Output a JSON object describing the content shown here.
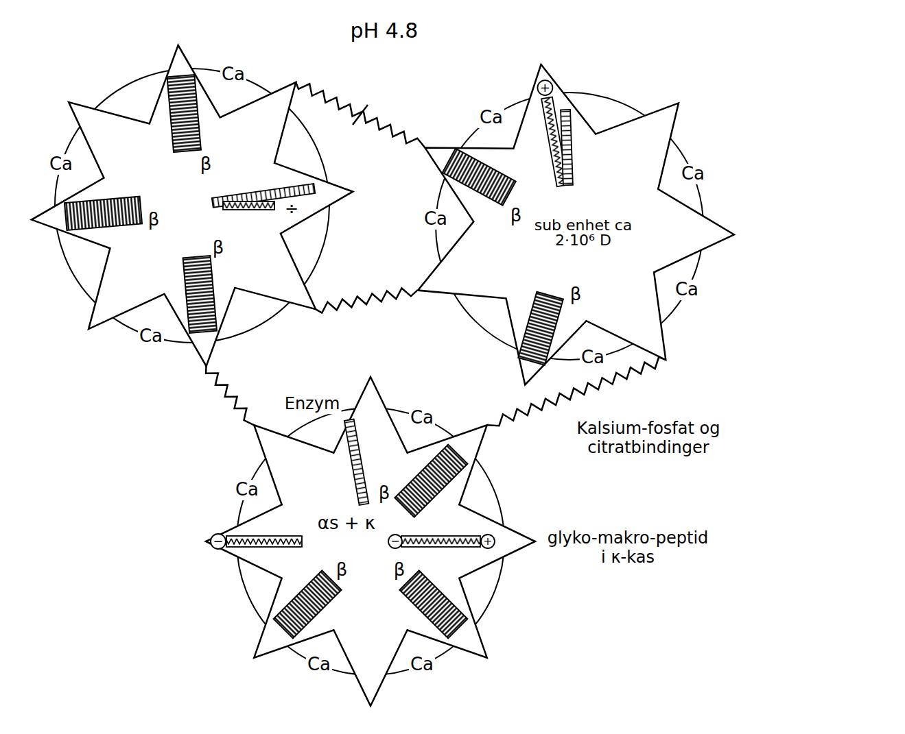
{
  "diagram": {
    "nodes": [
      {
        "text": [
          "÷"
        ]
      },
      {
        "text": [
          "sub enhet ca 2·10⁶ D"
        ]
      },
      {
        "text": [
          "αs + κ"
        ]
      }
    ],
    "edges": [
      {
        "from": 0,
        "to": 1,
        "arrow": "none"
      },
      {
        "from": 0,
        "to": 1,
        "arrow": "none"
      },
      {
        "from": 0,
        "to": 2,
        "arrow": "none"
      },
      {
        "from": 1,
        "to": 2,
        "arrow": "none"
      }
    ],
    "labels": [
      "pH 4.8",
      "Ca",
      "Ca",
      "Ca",
      "Ca",
      "β",
      "β",
      "β",
      "Ca",
      "β",
      "Ca",
      "β",
      "Ca",
      "Ca",
      "Enzym",
      "Ca",
      "Kalsium-fosfat og citratbindinger",
      "Ca",
      "β",
      "glyko-makro-peptid i κ-kas",
      "β",
      "β",
      "Ca",
      "Ca",
      "+",
      "−",
      "−",
      "+"
    ]
  }
}
